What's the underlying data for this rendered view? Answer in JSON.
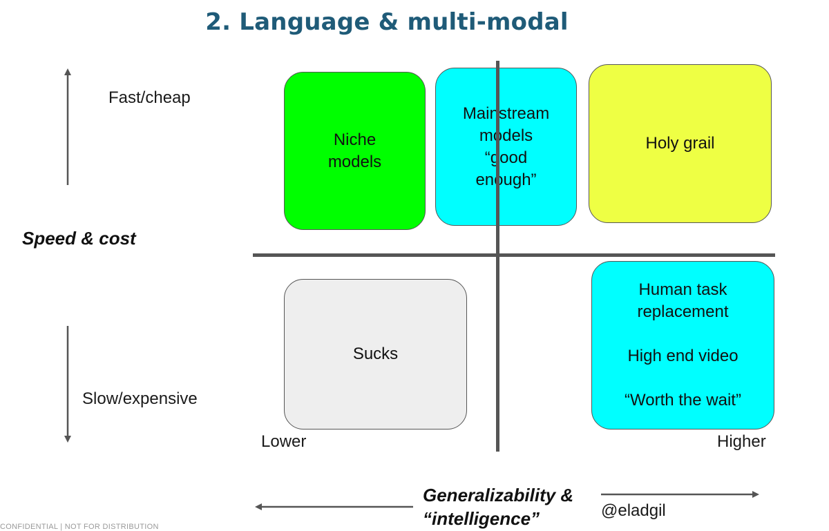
{
  "title": "2. Language & multi-modal",
  "y_axis": {
    "top_label": "Fast/cheap",
    "title": "Speed & cost",
    "bottom_label": "Slow/expensive"
  },
  "x_axis": {
    "left_label": "Lower",
    "right_label": "Higher",
    "title_line1": "Generalizability &",
    "title_line2": "“intelligence”"
  },
  "quadrants": {
    "niche": {
      "text": "Niche\nmodels",
      "color": "#00ff00"
    },
    "mainstream": {
      "text": "Mainstream\nmodels\n“good\nenough”",
      "color": "#00ffff"
    },
    "holy_grail": {
      "text": "Holy grail",
      "color": "#eeff44"
    },
    "sucks": {
      "text": "Sucks",
      "color": "#eeeeee"
    },
    "human": {
      "text": "Human task\nreplacement\n\nHigh end video\n\n“Worth the wait”",
      "color": "#00ffff"
    }
  },
  "handle": "@eladgil",
  "footer": "CONFIDENTIAL | NOT FOR DISTRIBUTION",
  "colors": {
    "title": "#1f5b78",
    "lines": "#555555"
  }
}
